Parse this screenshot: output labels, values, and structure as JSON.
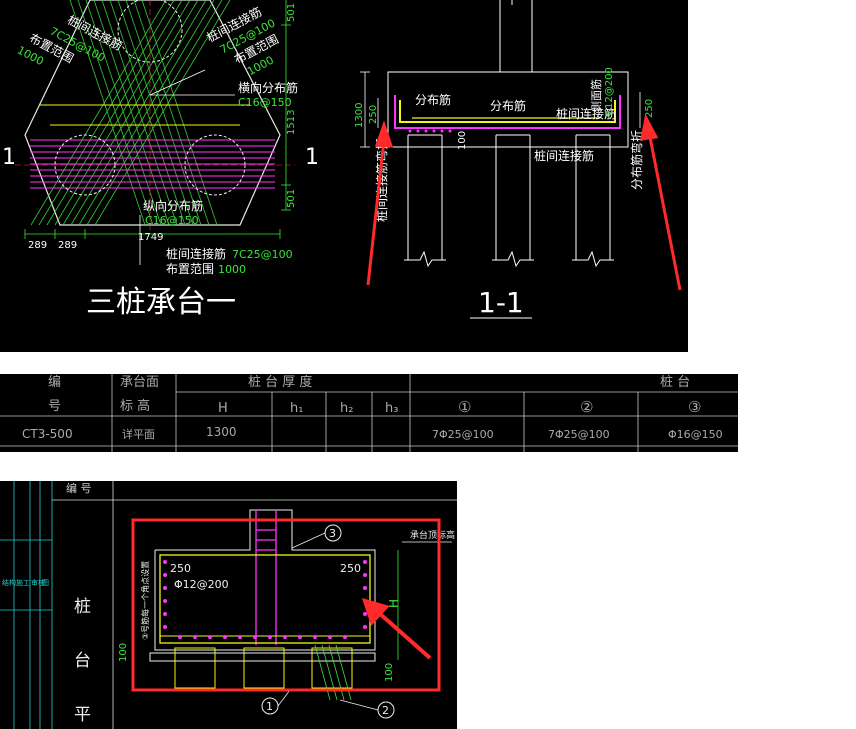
{
  "top_panel": {
    "pile_cap_title": "三桩承台一",
    "section_title": "1-1",
    "section_mark": "1",
    "lbl_pile_conn_rebar_a": "桩间连接筋",
    "lbl_pile_conn_spec_a": "7C25@100",
    "lbl_layout_range_a": "布置范围",
    "lbl_layout_value_a": "1000",
    "lbl_pile_conn_rebar_b": "桩间连接筋",
    "lbl_pile_conn_spec_b": "7C25@100",
    "lbl_layout_range_b": "布置范围",
    "lbl_layout_value_b": "1000",
    "lbl_transverse_dist": "横向分布筋",
    "lbl_transverse_spec": "C16@150",
    "lbl_longitudinal_dist": "纵向分布筋",
    "lbl_longitudinal_spec": "C16@150",
    "lbl_bottom_conn": "桩间连接筋",
    "lbl_bottom_conn_spec": "7C25@100",
    "lbl_bottom_range": "布置范围",
    "lbl_bottom_range_value": "1000",
    "dim_501_top": "501",
    "dim_1513": "1513",
    "dim_501_bottom": "501",
    "dim_289_a": "289",
    "dim_289_b": "289",
    "dim_1749": "1749",
    "sec_distribution_1": "分布筋",
    "sec_distribution_2": "分布筋",
    "sec_pile_conn": "桩间连接筋",
    "sec_pile_conn_2": "桩间连接筋",
    "sec_side_rebar": "侧面筋",
    "sec_side_spec": "C12@200",
    "sec_dim_1300": "1300",
    "sec_dim_250_left": "250",
    "sec_dim_250_right": "250",
    "sec_dim_100": "100",
    "sec_vert_left": "桩间连接筋弯折",
    "sec_vert_right": "分布筋弯折"
  },
  "table": {
    "header_top": [
      "编",
      "承台面",
      "桩  台  厚  度",
      "桩  台"
    ],
    "header_sub": [
      "号",
      "标  高",
      "H",
      "h₁",
      "h₂",
      "h₃",
      "①",
      "②",
      "③"
    ],
    "row": [
      "CT3-500",
      "详平面",
      "1300",
      "",
      "",
      "",
      "7Φ25@100",
      "7Φ25@100",
      "Φ16@150"
    ]
  },
  "bottom_panel": {
    "side_title_chars": [
      "桩",
      "台",
      "平"
    ],
    "header_partial": "编  号",
    "dim_250_left": "250",
    "dim_250_right": "250",
    "rebar_spec": "Φ12@200",
    "dim_H": "H",
    "dim_100_left": "100",
    "dim_100_right": "100",
    "cap_top_label": "承台顶标高",
    "vertical_note": "③号筋每一个角点设置",
    "circle_1": "1",
    "circle_2": "2",
    "circle_3": "3"
  }
}
